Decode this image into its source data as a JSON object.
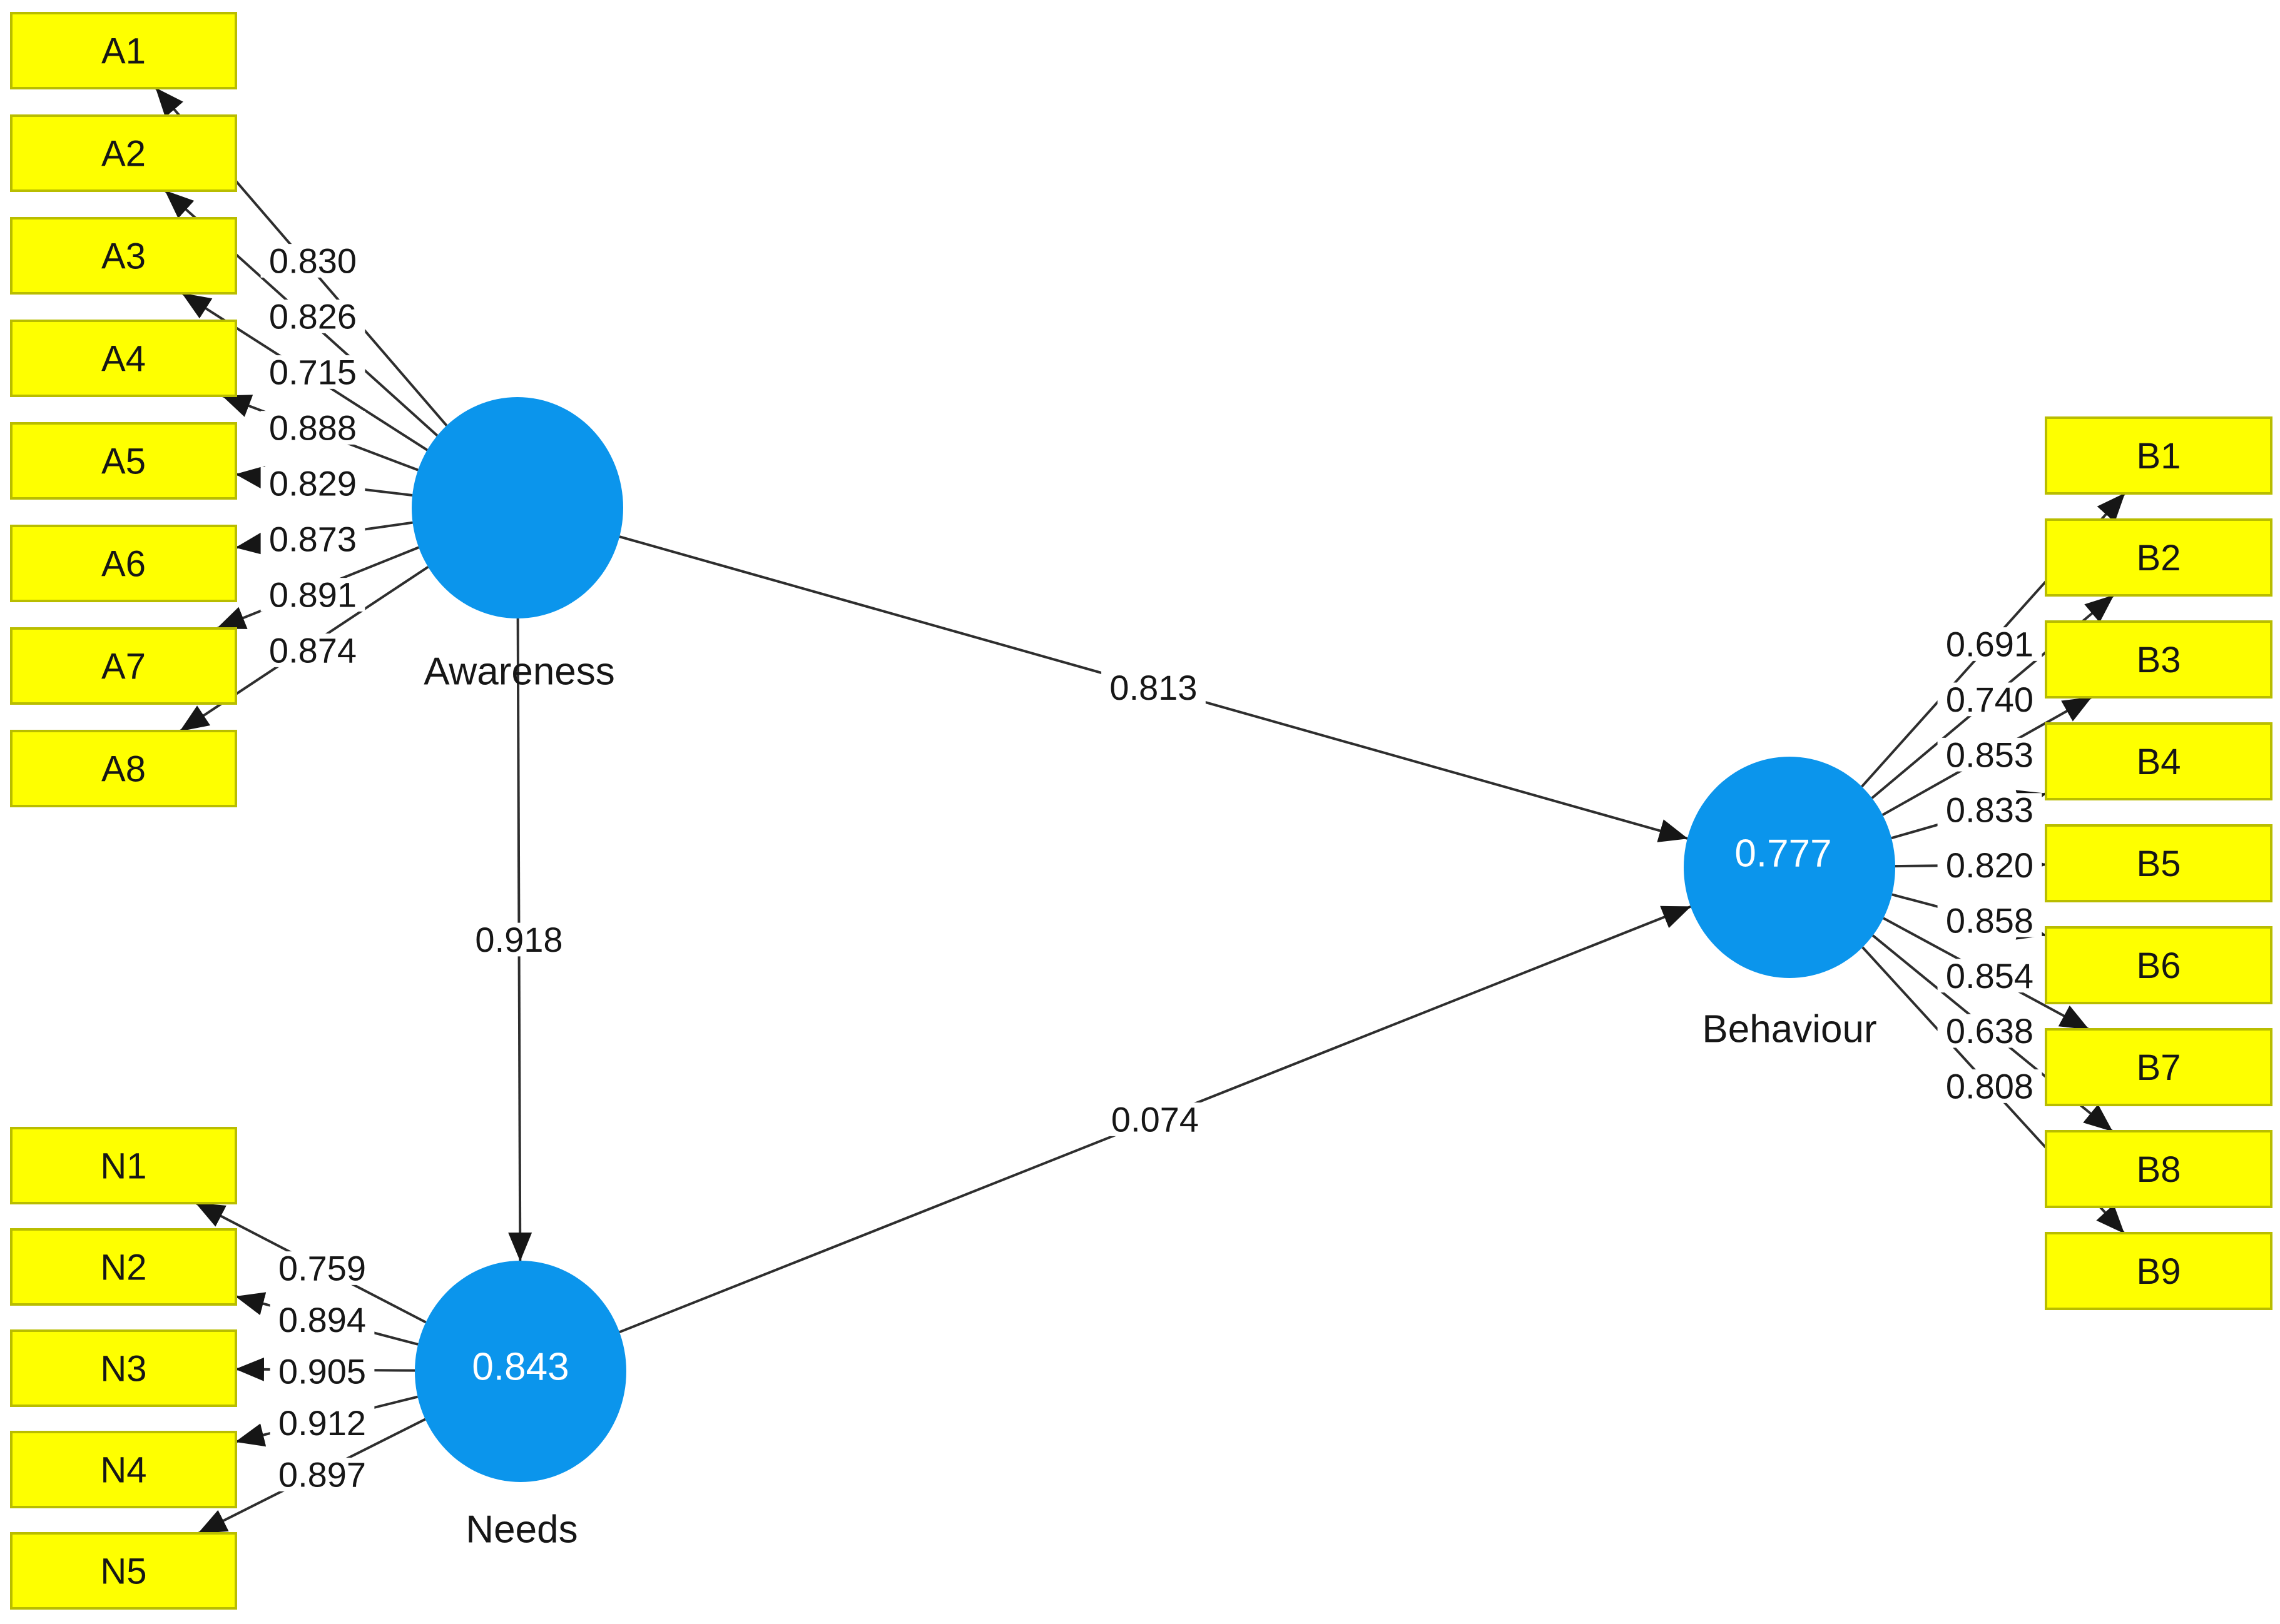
{
  "colors": {
    "background": "#ffffff",
    "construct_fill": "#0b95ec",
    "construct_value_text": "#ffffff",
    "indicator_fill": "#feff00",
    "indicator_border": "#b9bd00",
    "indicator_text": "#161616",
    "edge_color": "#2e2e2e",
    "arrowhead_color": "#161616",
    "label_text": "#161616"
  },
  "constructs": {
    "awareness": {
      "label": "Awareness",
      "value": ""
    },
    "needs": {
      "label": "Needs",
      "value": "0.843"
    },
    "behaviour": {
      "label": "Behaviour",
      "value": "0.777"
    }
  },
  "measurement": {
    "awareness": {
      "indicators": [
        {
          "label": "A1",
          "loading": "0.830"
        },
        {
          "label": "A2",
          "loading": "0.826"
        },
        {
          "label": "A3",
          "loading": "0.715"
        },
        {
          "label": "A4",
          "loading": "0.888"
        },
        {
          "label": "A5",
          "loading": "0.829"
        },
        {
          "label": "A6",
          "loading": "0.873"
        },
        {
          "label": "A7",
          "loading": "0.891"
        },
        {
          "label": "A8",
          "loading": "0.874"
        }
      ]
    },
    "needs": {
      "indicators": [
        {
          "label": "N1",
          "loading": "0.759"
        },
        {
          "label": "N2",
          "loading": "0.894"
        },
        {
          "label": "N3",
          "loading": "0.905"
        },
        {
          "label": "N4",
          "loading": "0.912"
        },
        {
          "label": "N5",
          "loading": "0.897"
        }
      ]
    },
    "behaviour": {
      "indicators": [
        {
          "label": "B1",
          "loading": "0.691"
        },
        {
          "label": "B2",
          "loading": "0.740"
        },
        {
          "label": "B3",
          "loading": "0.853"
        },
        {
          "label": "B4",
          "loading": "0.833"
        },
        {
          "label": "B5",
          "loading": "0.820"
        },
        {
          "label": "B6",
          "loading": "0.858"
        },
        {
          "label": "B7",
          "loading": "0.854"
        },
        {
          "label": "B8",
          "loading": "0.638"
        },
        {
          "label": "B9",
          "loading": "0.808"
        }
      ]
    }
  },
  "structural_paths": [
    {
      "from_id": "awareness",
      "to_id": "behaviour",
      "from": "Awareness",
      "to": "Behaviour",
      "coefficient": "0.813"
    },
    {
      "from_id": "awareness",
      "to_id": "needs",
      "from": "Awareness",
      "to": "Needs",
      "coefficient": "0.918"
    },
    {
      "from_id": "needs",
      "to_id": "behaviour",
      "from": "Needs",
      "to": "Behaviour",
      "coefficient": "0.074"
    }
  ]
}
